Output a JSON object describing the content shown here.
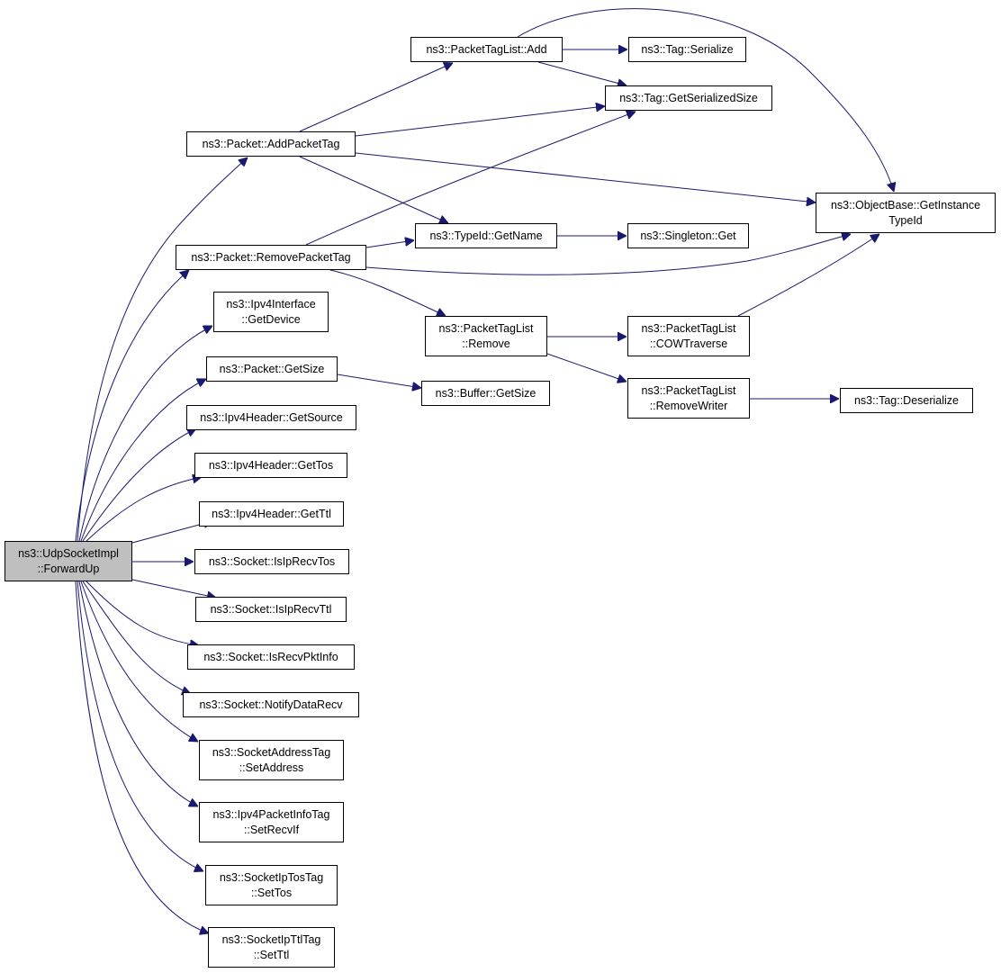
{
  "graph": {
    "colors": {
      "edge": "#191970",
      "root_fill": "#bfbfbf",
      "node_fill": "#ffffff",
      "node_border": "#000000"
    },
    "nodes": {
      "forwardup": {
        "line1": "ns3::UdpSocketImpl",
        "line2": "::ForwardUp"
      },
      "addpackettag": {
        "line1": "ns3::Packet::AddPacketTag"
      },
      "removepackettag": {
        "line1": "ns3::Packet::RemovePacketTag"
      },
      "ipv4iface_getdevice": {
        "line1": "ns3::Ipv4Interface",
        "line2": "::GetDevice"
      },
      "packet_getsize": {
        "line1": "ns3::Packet::GetSize"
      },
      "getsource": {
        "line1": "ns3::Ipv4Header::GetSource"
      },
      "gettos": {
        "line1": "ns3::Ipv4Header::GetTos"
      },
      "getttl": {
        "line1": "ns3::Ipv4Header::GetTtl"
      },
      "isiprecvtos": {
        "line1": "ns3::Socket::IsIpRecvTos"
      },
      "isiprecvttl": {
        "line1": "ns3::Socket::IsIpRecvTtl"
      },
      "isrecvpktinfo": {
        "line1": "ns3::Socket::IsRecvPktInfo"
      },
      "notifydatarecv": {
        "line1": "ns3::Socket::NotifyDataRecv"
      },
      "setaddress": {
        "line1": "ns3::SocketAddressTag",
        "line2": "::SetAddress"
      },
      "setrecvif": {
        "line1": "ns3::Ipv4PacketInfoTag",
        "line2": "::SetRecvIf"
      },
      "settos": {
        "line1": "ns3::SocketIpTosTag",
        "line2": "::SetTos"
      },
      "setttl": {
        "line1": "ns3::SocketIpTtlTag",
        "line2": "::SetTtl"
      },
      "ptl_add": {
        "line1": "ns3::PacketTagList::Add"
      },
      "typeid_getname": {
        "line1": "ns3::TypeId::GetName"
      },
      "ptl_remove": {
        "line1": "ns3::PacketTagList",
        "line2": "::Remove"
      },
      "buffer_getsize": {
        "line1": "ns3::Buffer::GetSize"
      },
      "tag_serialize": {
        "line1": "ns3::Tag::Serialize"
      },
      "tag_getserializedsize": {
        "line1": "ns3::Tag::GetSerializedSize"
      },
      "singleton_get": {
        "line1": "ns3::Singleton::Get"
      },
      "ptl_cowtraverse": {
        "line1": "ns3::PacketTagList",
        "line2": "::COWTraverse"
      },
      "ptl_removewriter": {
        "line1": "ns3::PacketTagList",
        "line2": "::RemoveWriter"
      },
      "objectbase_getinstancetypeid": {
        "line1": "ns3::ObjectBase::GetInstance",
        "line2": "TypeId"
      },
      "tag_deserialize": {
        "line1": "ns3::Tag::Deserialize"
      }
    }
  }
}
